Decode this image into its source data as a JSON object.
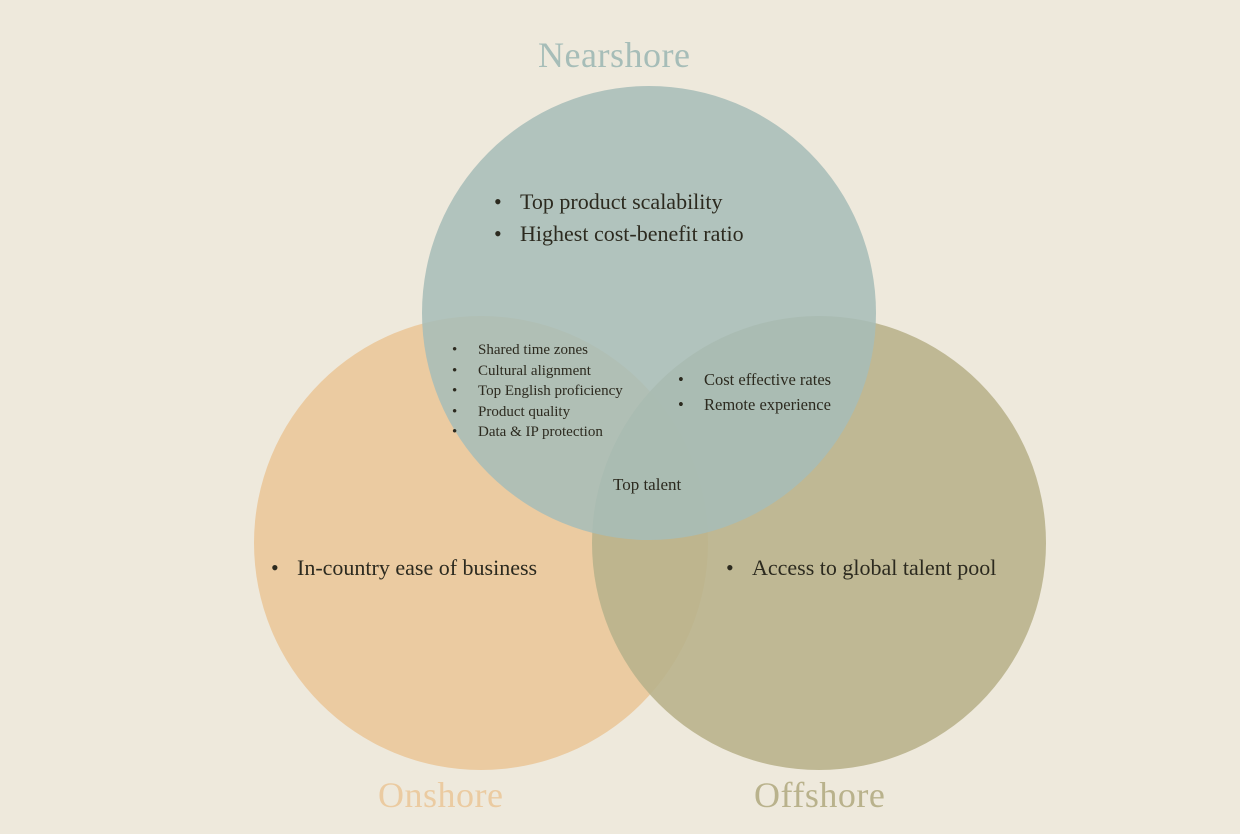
{
  "diagram": {
    "sets": [
      {
        "key": "nearshore",
        "label": "Nearshore",
        "color": "#a6bdb8",
        "title_color": "#a6bdb8"
      },
      {
        "key": "onshore",
        "label": "Onshore",
        "color": "#ebcba1",
        "title_color": "#ebcba1"
      },
      {
        "key": "offshore",
        "label": "Offshore",
        "color": "#b9b28c",
        "title_color": "#b9b28c"
      }
    ],
    "regions": {
      "nearshore_only": [
        "Top product scalability",
        "Highest cost-benefit ratio"
      ],
      "nearshore_onshore": [
        "Shared time zones",
        "Cultural alignment",
        "Top English proficiency",
        "Product quality",
        "Data & IP protection"
      ],
      "nearshore_offshore": [
        "Cost effective rates",
        "Remote experience"
      ],
      "all_three": "Top talent",
      "onshore_only": [
        "In-country ease of business"
      ],
      "offshore_only": [
        "Access to global talent pool"
      ]
    }
  },
  "colors": {
    "background": "#eee9dc",
    "text": "#2c2a1f"
  }
}
